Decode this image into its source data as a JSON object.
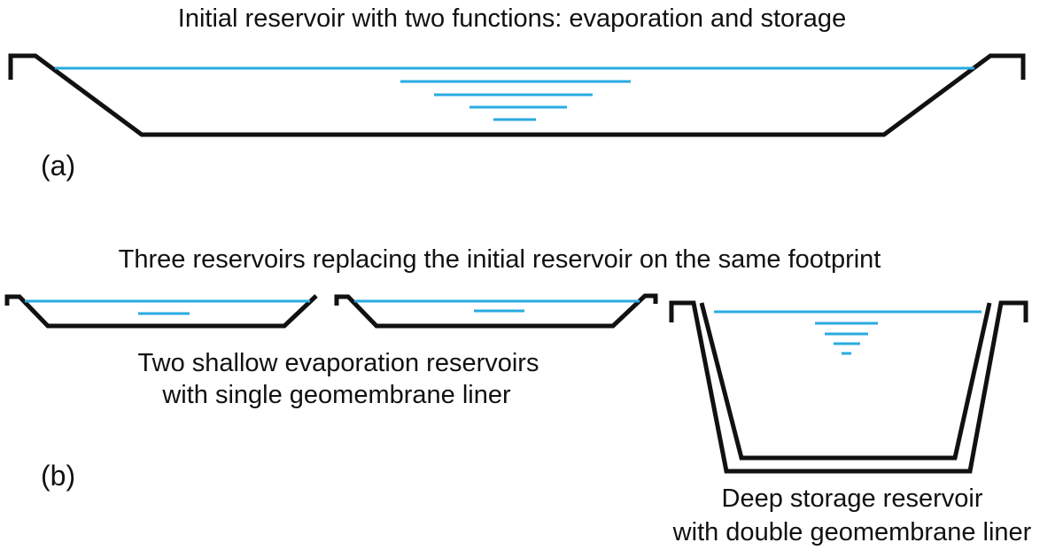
{
  "panel_a": {
    "title": "Initial reservoir with two functions: evaporation and storage",
    "label": "(a)"
  },
  "panel_b": {
    "title": "Three reservoirs replacing the initial reservoir on the same footprint",
    "label": "(b)",
    "shallow_caption_line1": "Two shallow evaporation reservoirs",
    "shallow_caption_line2": "with single geomembrane liner",
    "deep_caption_line1": "Deep storage reservoir",
    "deep_caption_line2": "with double geomembrane liner"
  },
  "colors": {
    "liner": "#111111",
    "water": "#29abe2"
  }
}
